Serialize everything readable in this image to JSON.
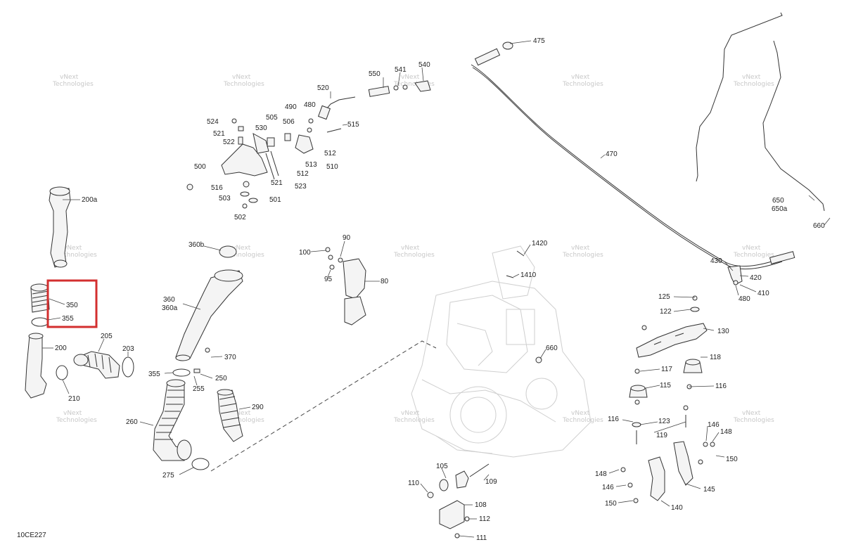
{
  "diagram_code": "10CE227",
  "highlight_color": "#d32f2f",
  "watermark": {
    "line1": "vNext",
    "line2": "Technologies",
    "line3": "vNext Technologies"
  },
  "callouts": {
    "c475": "475",
    "c550": "550",
    "c541": "541",
    "c540": "540",
    "c520": "520",
    "c490": "490",
    "c480a": "480",
    "c515": "515",
    "c524": "524",
    "c505": "505",
    "c506": "506",
    "c530": "530",
    "c521a": "521",
    "c522": "522",
    "c512a": "512",
    "c510": "510",
    "c513": "513",
    "c512b": "512",
    "c500": "500",
    "c521b": "521",
    "c523": "523",
    "c516": "516",
    "c503": "503",
    "c501": "501",
    "c502": "502",
    "c470": "470",
    "c650": "650",
    "c650a": "650a",
    "c660a": "660",
    "c200a": "200a",
    "c350": "350",
    "c355a": "355",
    "c200": "200",
    "c205": "205",
    "c203": "203",
    "c210": "210",
    "c360b": "360b",
    "c360": "360",
    "c360a": "360a",
    "c370": "370",
    "c355b": "355",
    "c250": "250",
    "c255": "255",
    "c260": "260",
    "c290": "290",
    "c275": "275",
    "c100": "100",
    "c90": "90",
    "c95": "95",
    "c80": "80",
    "c1420": "1420",
    "c1410": "1410",
    "c430": "430",
    "c420": "420",
    "c410": "410",
    "c480b": "480",
    "c125": "125",
    "c122": "122",
    "c130": "130",
    "c660b": "660",
    "c118": "118",
    "c117": "117",
    "c115": "115",
    "c116a": "116",
    "c116b": "116",
    "c123": "123",
    "c119": "119",
    "c146a": "146",
    "c148a": "148",
    "c150a": "150",
    "c148b": "148",
    "c146b": "146",
    "c150b": "150",
    "c145": "145",
    "c140": "140",
    "c105": "105",
    "c110": "110",
    "c109": "109",
    "c108": "108",
    "c112": "112",
    "c111": "111"
  }
}
